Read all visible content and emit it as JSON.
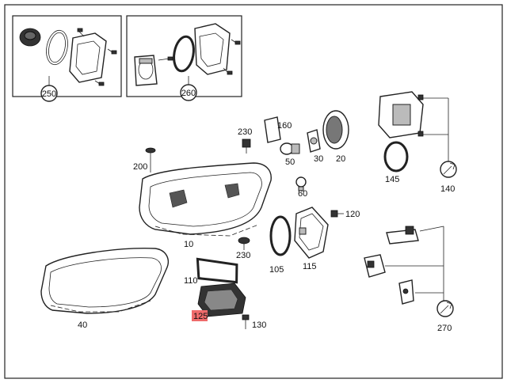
{
  "frame_color": "#222222",
  "highlight_color": "#ef6b6b",
  "callouts": {
    "c250": "250",
    "c260": "260",
    "c230a": "230",
    "c160": "160",
    "c200": "200",
    "c50": "50",
    "c30": "30",
    "c20": "20",
    "c60": "60",
    "c145": "145",
    "c140": "140",
    "c120": "120",
    "c10": "10",
    "c230b": "230",
    "c105": "105",
    "c115": "115",
    "c110": "110",
    "c125": "125",
    "c130": "130",
    "c40": "40",
    "c270": "270"
  }
}
